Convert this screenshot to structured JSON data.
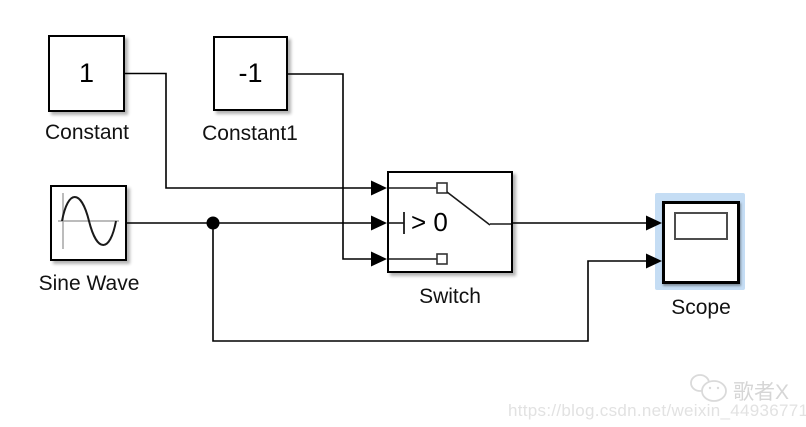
{
  "diagram": {
    "type": "simulink-block-diagram",
    "blocks": {
      "constant": {
        "label": "Constant",
        "value": "1"
      },
      "constant1": {
        "label": "Constant1",
        "value": "-1"
      },
      "sine_wave": {
        "label": "Sine Wave"
      },
      "switch": {
        "label": "Switch",
        "criteria": "> 0"
      },
      "scope": {
        "label": "Scope",
        "selected": true
      }
    },
    "connections": [
      {
        "from": "Constant",
        "to": "Switch:in1"
      },
      {
        "from": "Sine Wave",
        "to": "Switch:in2"
      },
      {
        "from": "Constant1",
        "to": "Switch:in3"
      },
      {
        "from": "Switch",
        "to": "Scope:in1"
      },
      {
        "from": "Sine Wave",
        "to": "Scope:in2"
      }
    ],
    "colors": {
      "background": "#ffffff",
      "wire": "#000000",
      "block_border": "#000000",
      "selection_highlight": "#c5ddf4",
      "icon_axis_gray": "#a6a6a6",
      "watermark_gray": "#d6d6d6"
    }
  },
  "watermark": {
    "author": "歌者X",
    "url": "https://blog.csdn.net/weixin_44936771"
  }
}
